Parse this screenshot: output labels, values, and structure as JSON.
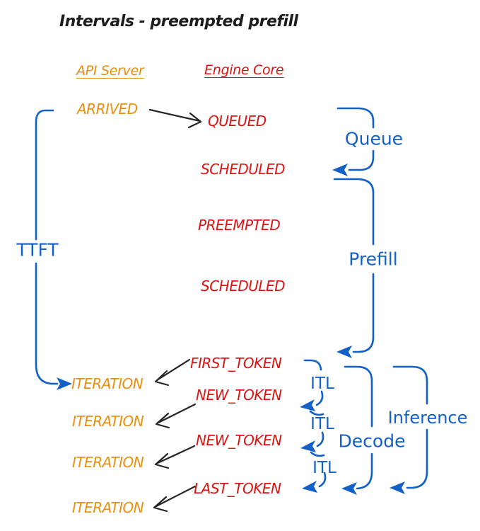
{
  "title": "Intervals - preempted prefill",
  "columns": {
    "api_server": "API Server",
    "engine_core": "Engine Core"
  },
  "events": {
    "arrived": "ARRIVED",
    "queued": "QUEUED",
    "scheduled_1": "SCHEDULED",
    "preempted": "PREEMPTED",
    "scheduled_2": "SCHEDULED",
    "first_token": "FIRST_TOKEN",
    "new_token_1": "NEW_TOKEN",
    "new_token_2": "NEW_TOKEN",
    "last_token": "LAST_TOKEN",
    "iteration_1": "ITERATION",
    "iteration_2": "ITERATION",
    "iteration_3": "ITERATION",
    "iteration_4": "ITERATION"
  },
  "intervals": {
    "ttft": "TTFT",
    "queue": "Queue",
    "prefill": "Prefill",
    "itl_1": "ITL",
    "itl_2": "ITL",
    "itl_3": "ITL",
    "decode": "Decode",
    "inference": "Inference"
  },
  "colors": {
    "api_server_text": "#E8900E",
    "engine_core_text": "#DF1212",
    "interval_marks": "#1360C8",
    "connector_arrows": "#252525",
    "background": "#FFFFFF"
  }
}
